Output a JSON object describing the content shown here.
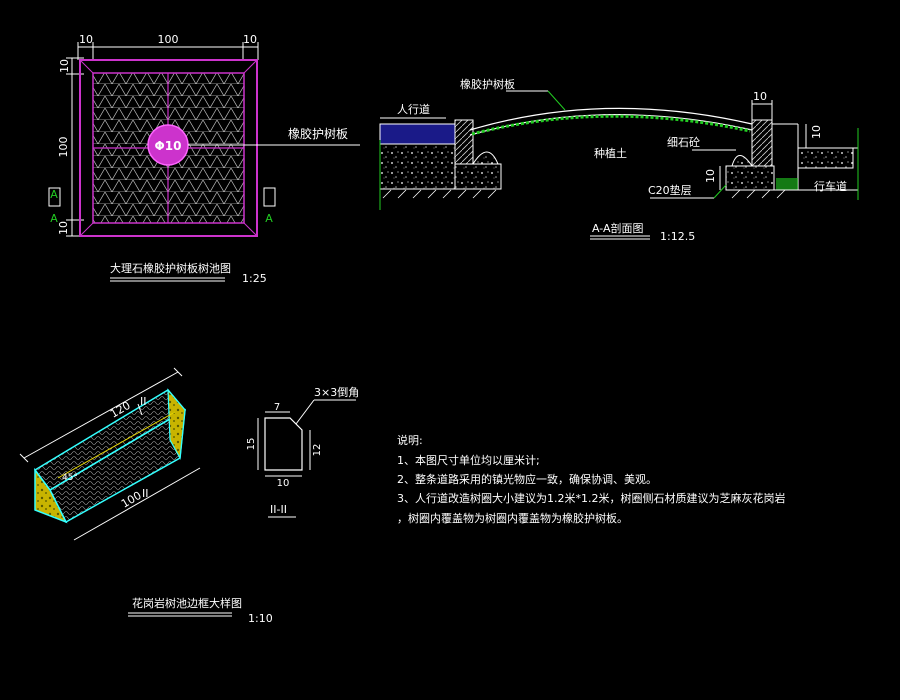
{
  "plan": {
    "dim_top_left": "10",
    "dim_top_mid": "100",
    "dim_top_right": "10",
    "dim_left_top": "10",
    "dim_left_mid": "100",
    "dim_left_bot": "10",
    "center_label": "Φ10",
    "section_mark_left": "A",
    "section_mark_right": "A",
    "callout": "橡胶护树板",
    "title": "大理石橡胶护树板树池图",
    "scale": "1:25"
  },
  "section": {
    "label_sidewalk": "人行道",
    "label_rubber_board": "橡胶护树板",
    "label_soil": "种植土",
    "label_curb": "细石砼",
    "label_c20": "C20垫层",
    "label_road": "行车道",
    "dim_top": "10",
    "dim_right": "10",
    "dim_small": "10",
    "title": "A-A剖面图",
    "scale": "1:12.5"
  },
  "curb_detail": {
    "dim_len_top": "120",
    "dim_len_bot": "100",
    "sec_mark_top": "II",
    "sec_mark_bot": "II",
    "chamfer": "45°",
    "title": "花岗岩树池边框大样图",
    "scale": "1:10"
  },
  "section_ii": {
    "chamfer_note": "3×3倒角",
    "dim_top": "7",
    "dim_left": "15",
    "dim_right": "12",
    "dim_bottom": "10",
    "label": "II-II"
  },
  "notes": {
    "heading": "说明:",
    "line1": "1、本图尺寸单位均以厘米计;",
    "line2": "2、整条道路采用的镇光物应一致，确保协调、美观。",
    "line3": "3、人行道改造树圈大小建议为1.2米*1.2米，树圈侧石材质建议为芝麻灰花岗岩",
    "line4": "，树圈内覆盖物为树圈内覆盖物为橡胶护树板。"
  },
  "colors": {
    "line": "#ffffff",
    "magenta": "#cc33cc",
    "green": "#22cc22",
    "cyan": "#33ffff",
    "yellow": "#e8d800"
  }
}
